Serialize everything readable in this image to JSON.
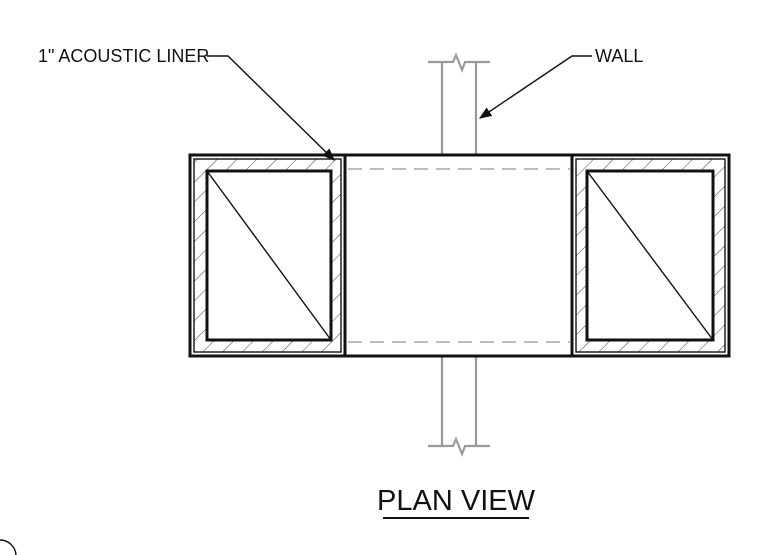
{
  "labels": {
    "liner": "1\" ACOUSTIC LINER",
    "wall": "WALL"
  },
  "title": "PLAN VIEW"
}
